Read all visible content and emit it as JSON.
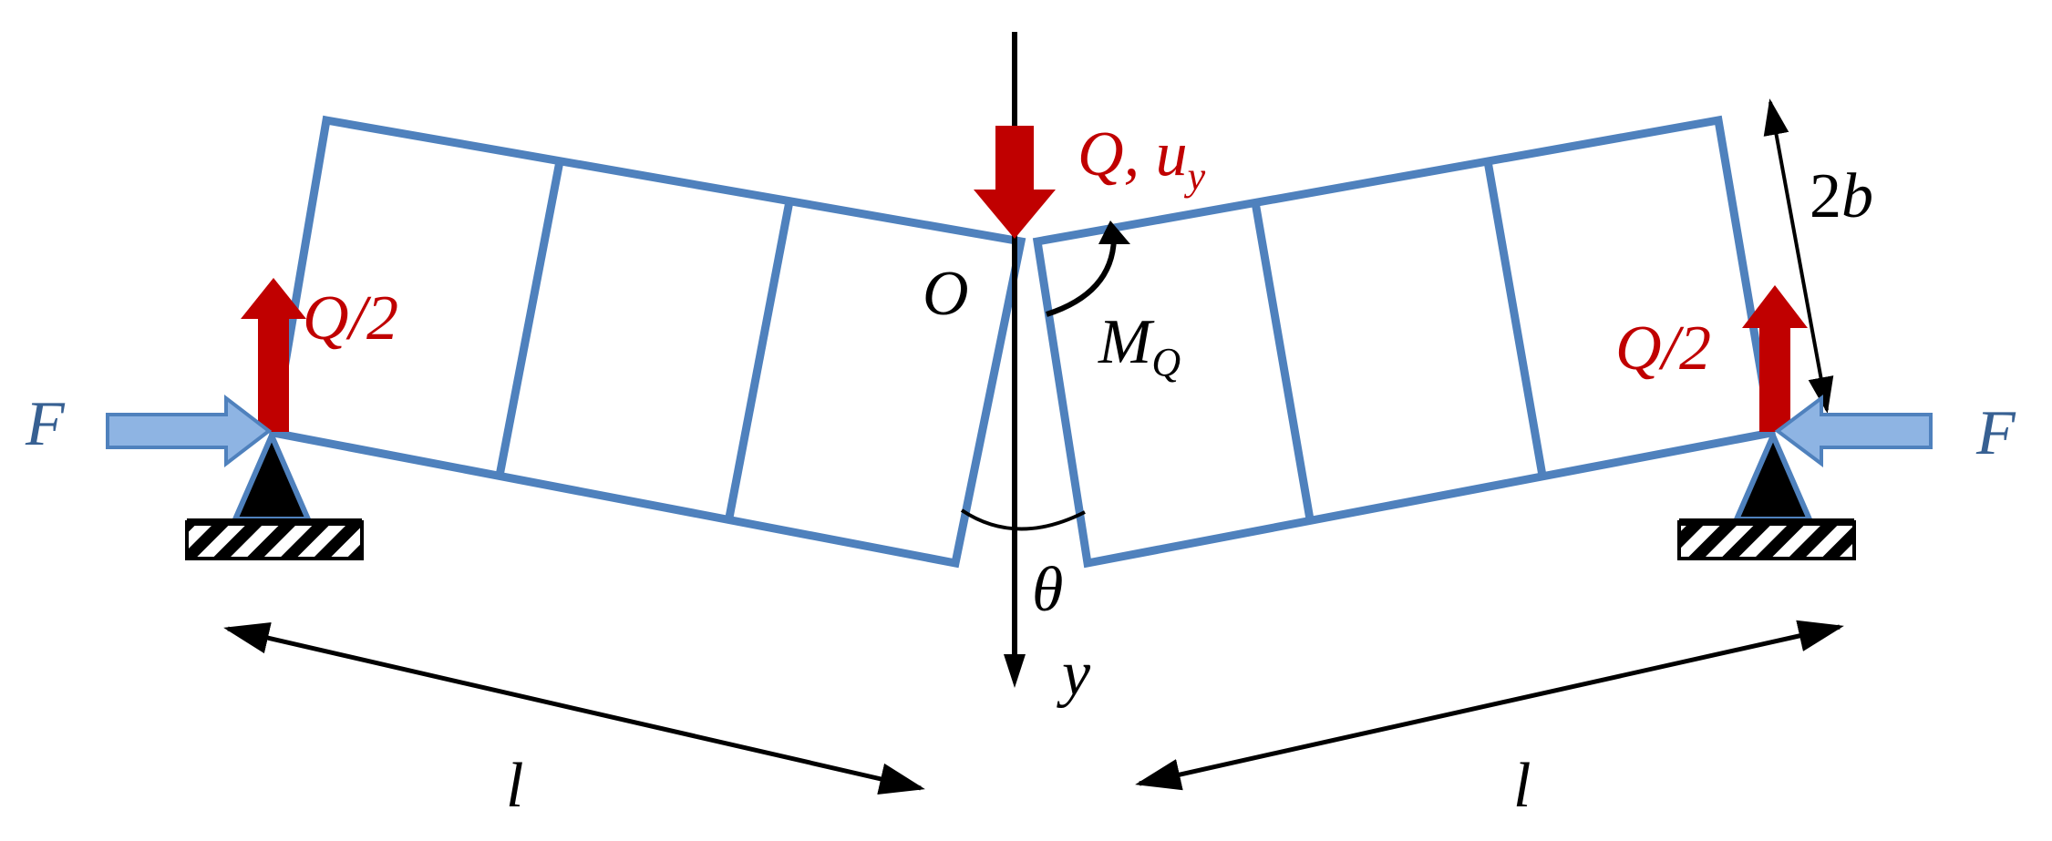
{
  "labels": {
    "load": "Q",
    "load_sep": ", ",
    "disp": "u",
    "disp_sub": "y",
    "two_b_num": "2",
    "two_b_var": "b",
    "origin": "O",
    "moment": "M",
    "moment_sub": "Q",
    "reaction_left_var": "Q",
    "reaction_left_div": "/2",
    "reaction_right_var": "Q",
    "reaction_right_div": "/2",
    "force_left": "F",
    "force_right": "F",
    "angle": "θ",
    "axis": "y",
    "length_left": "l",
    "length_right": "l"
  },
  "colors": {
    "beam": "#4f81bd",
    "load": "#c00000",
    "force": "#8eb4e3",
    "label_blue": "#376092",
    "ink": "#000000"
  }
}
